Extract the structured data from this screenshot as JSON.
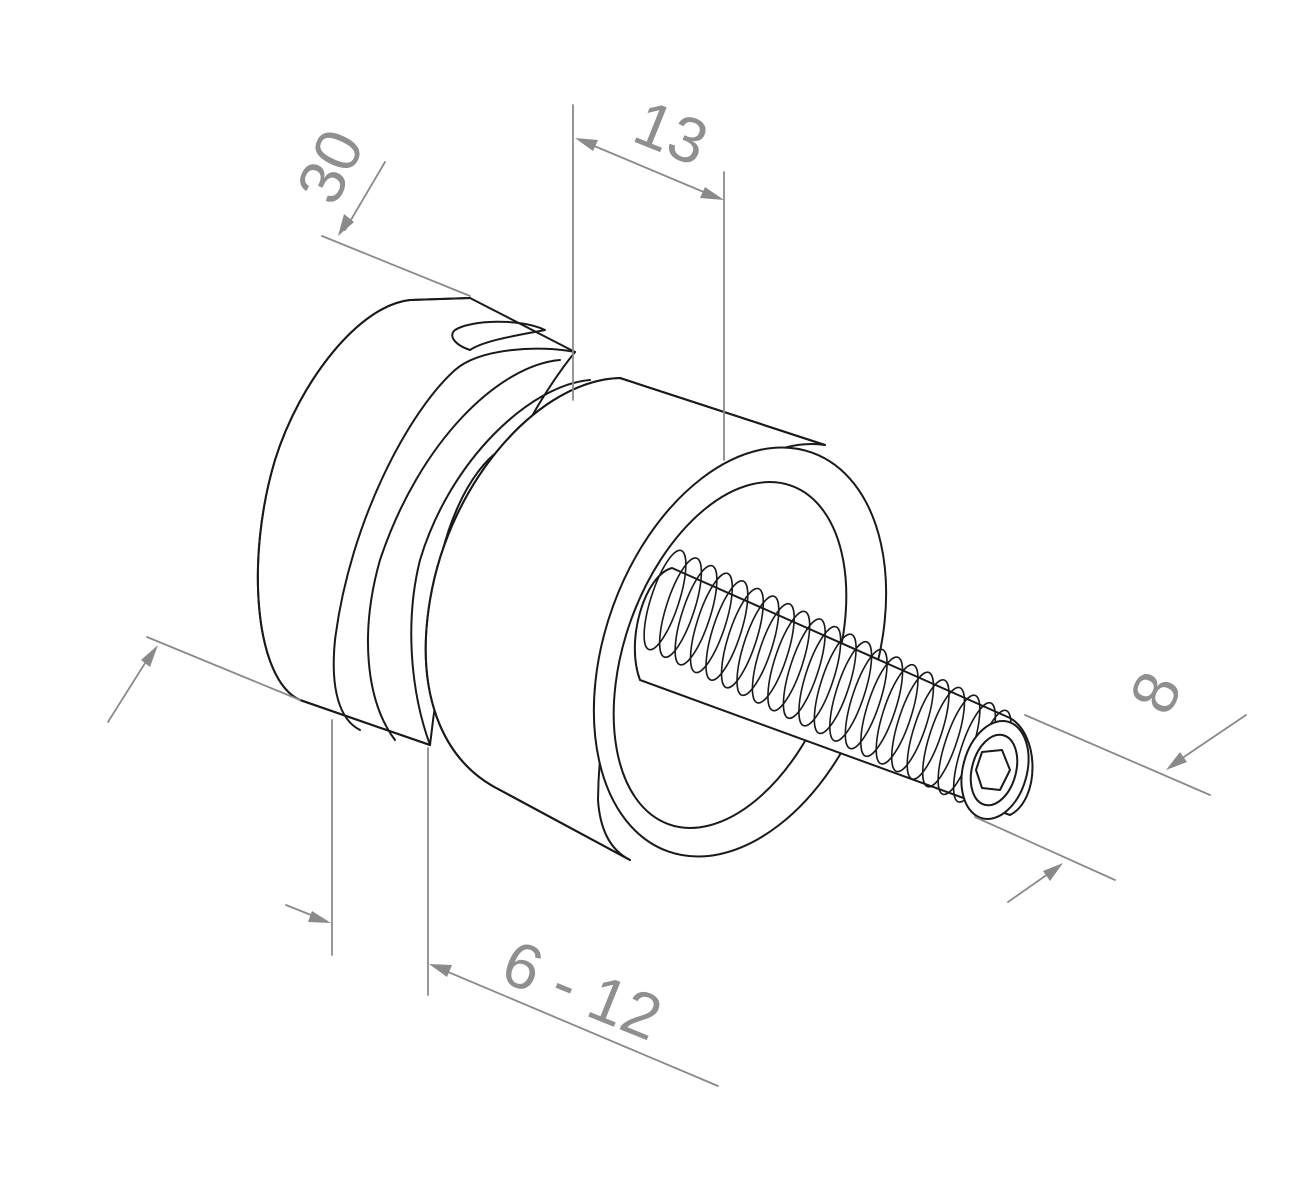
{
  "dimensions": {
    "outer_diameter": "30",
    "depth": "13",
    "thread_diameter": "8",
    "glass_range": "6 - 12"
  },
  "colors": {
    "line": "#1a1a1a",
    "dimension": "#8f8f8f",
    "background": "#ffffff"
  }
}
